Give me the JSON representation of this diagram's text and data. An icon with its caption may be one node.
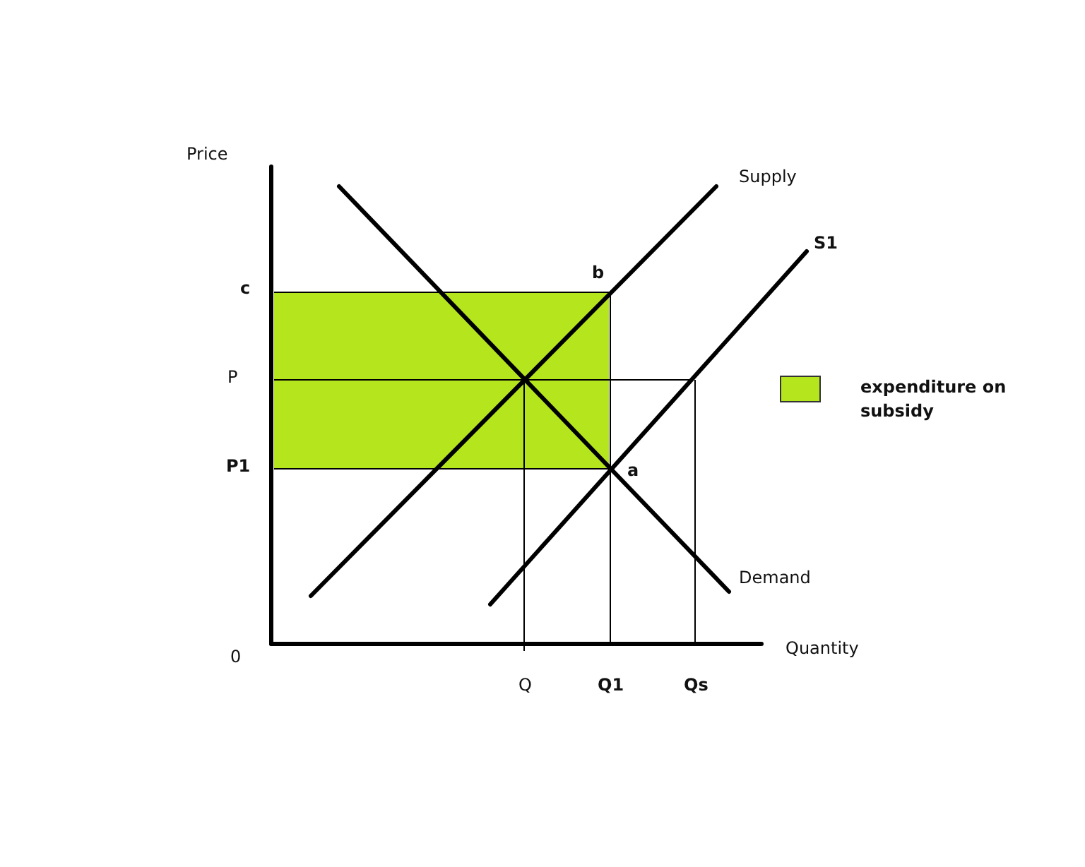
{
  "diagram": {
    "labels": [
      "Price",
      "Supply",
      "S1",
      "b",
      "c",
      "P",
      "P1",
      "a",
      "Demand",
      "0",
      "Quantity",
      "Q",
      "Q1",
      "Qs"
    ],
    "legend": [
      {
        "text": "expenditure on subsidy",
        "color": "#b5e51d"
      }
    ]
  }
}
